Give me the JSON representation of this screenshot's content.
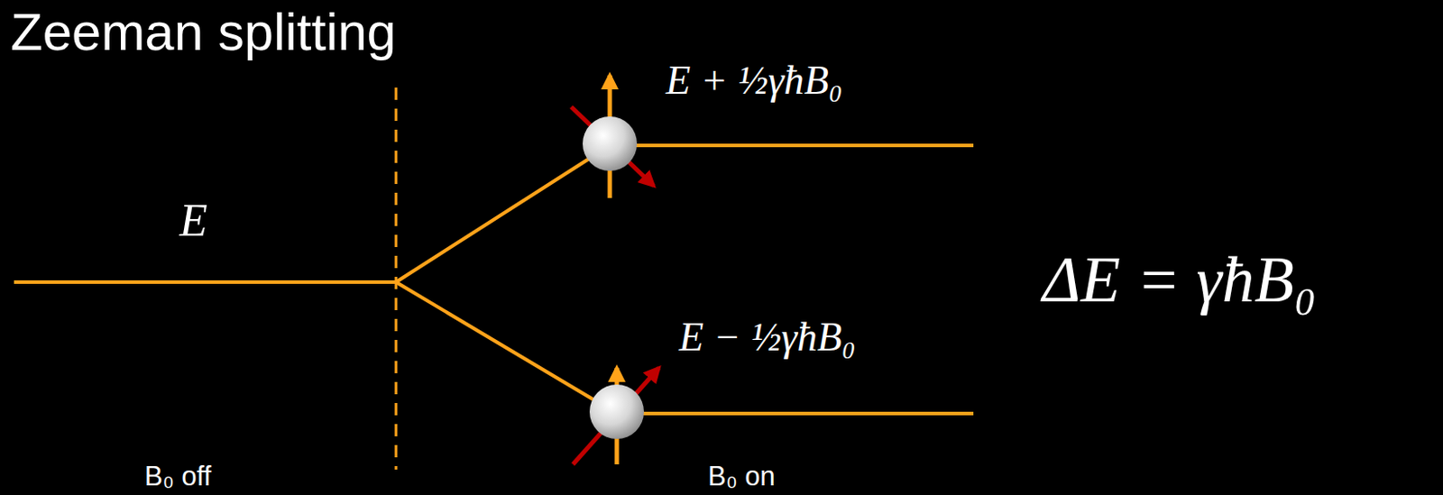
{
  "diagram": {
    "title": "Zeeman splitting",
    "labels": [
      "E",
      "E + ½γħB₀",
      "E − ½γħB₀",
      "ΔE = γħB₀",
      "B₀ off",
      "B₀ on"
    ]
  }
}
